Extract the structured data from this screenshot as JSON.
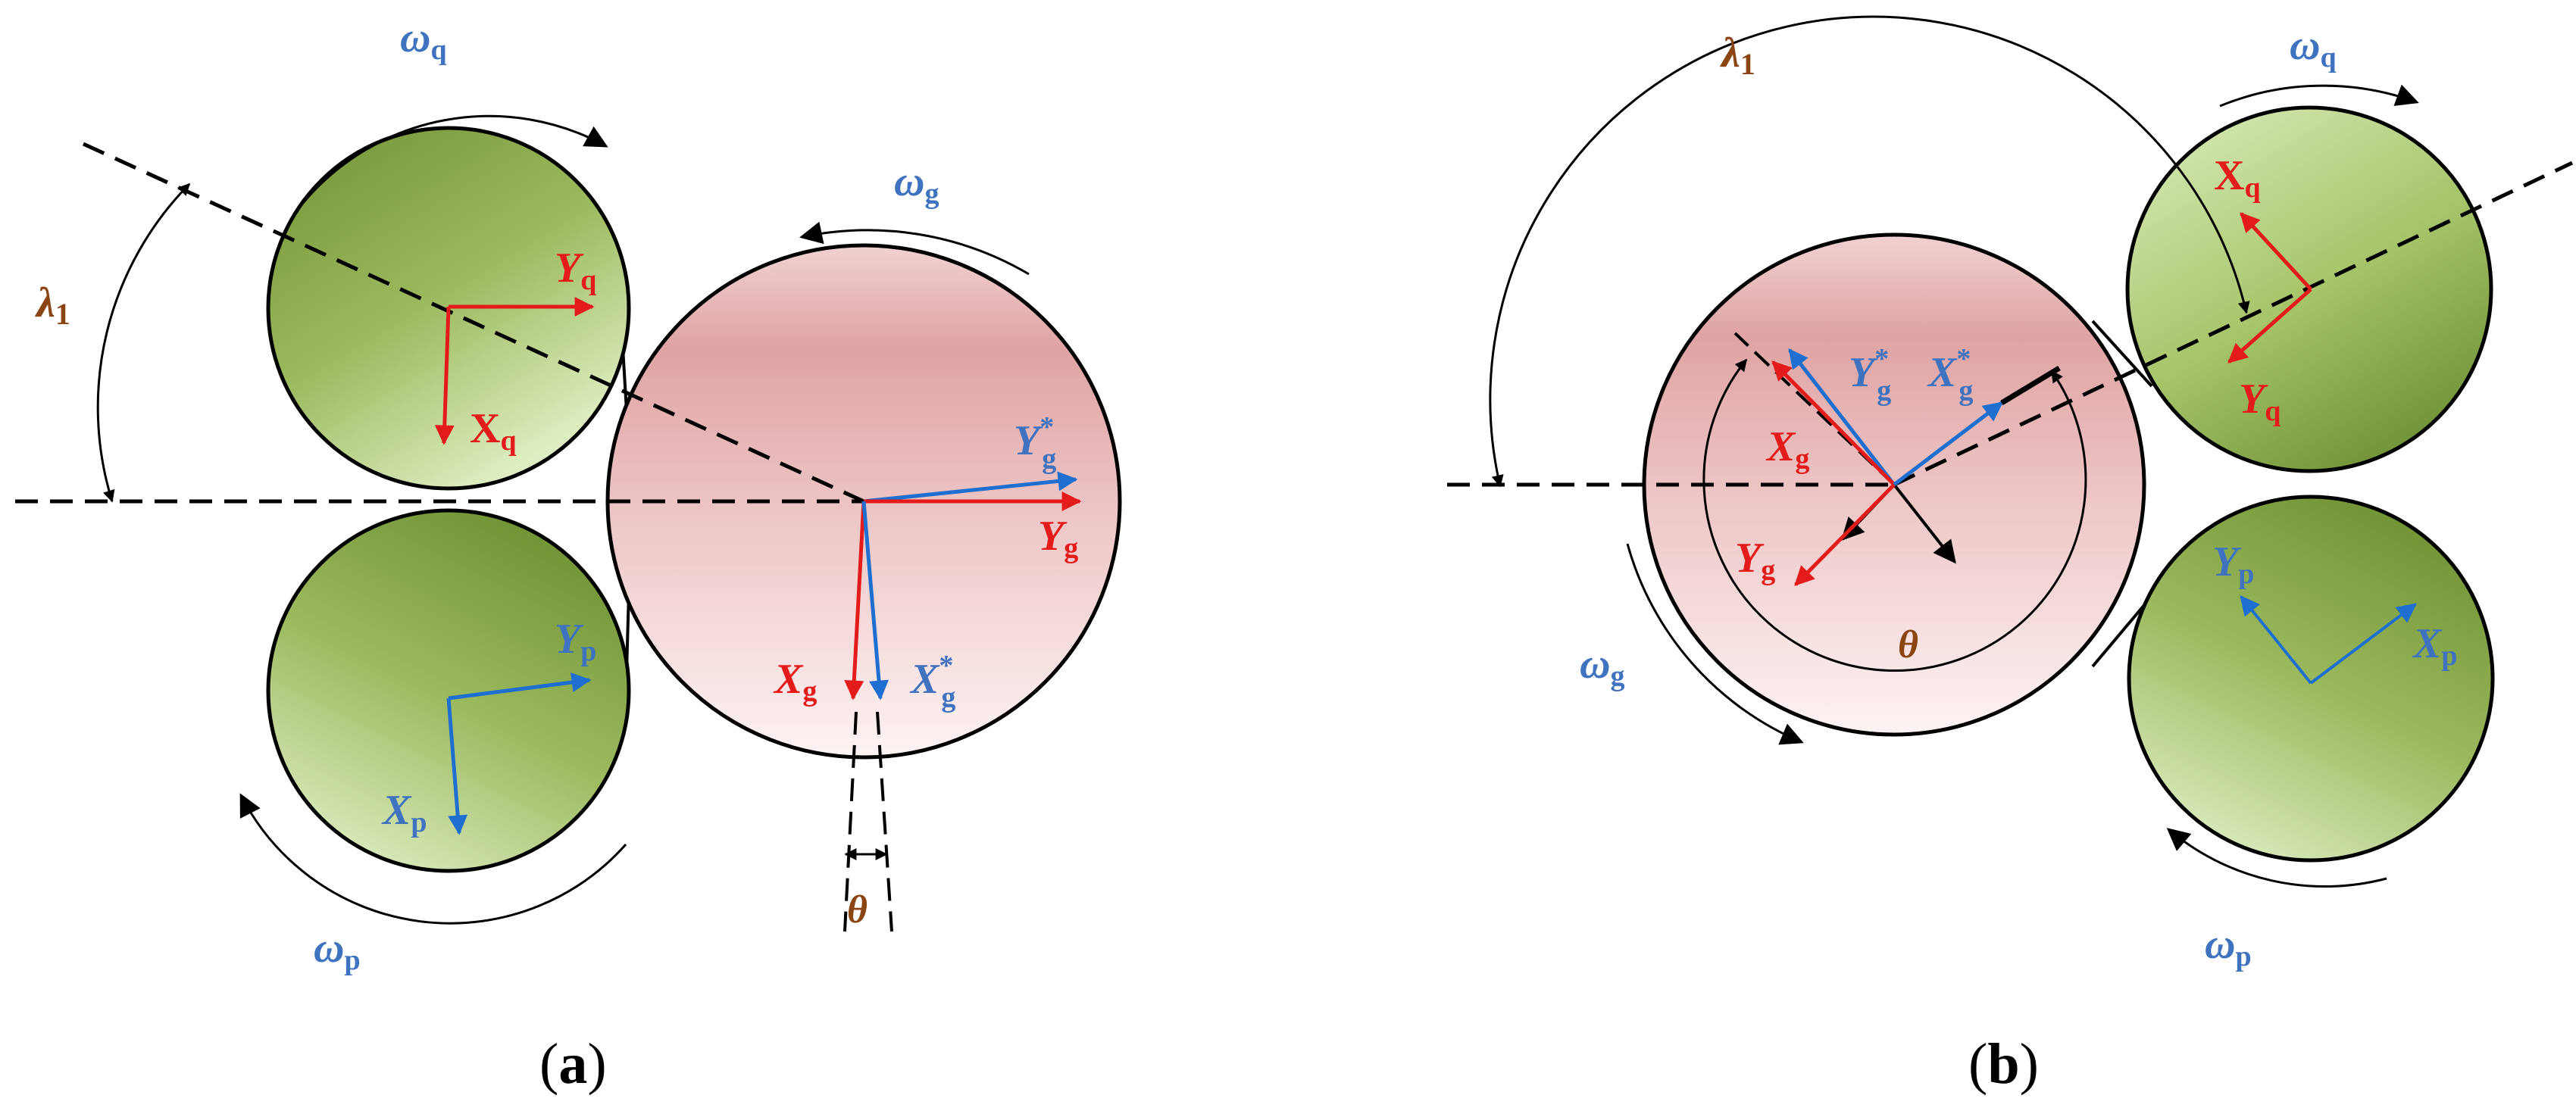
{
  "colors": {
    "blue": "#3f73c0",
    "red": "#e41b1b",
    "brown": "#8b4513",
    "green_dark": "#6f9233",
    "green_light": "#d9e9b8",
    "pink_dark": "#dc9c9c",
    "pink_light": "#fbe9e9"
  },
  "panel_a": {
    "caption": {
      "open": "(",
      "letter": "a",
      "close": ")"
    },
    "omega_q": {
      "main": "ω",
      "sub": "q"
    },
    "omega_g": {
      "main": "ω",
      "sub": "g"
    },
    "omega_p": {
      "main": "ω",
      "sub": "p"
    },
    "lambda_1": {
      "main": "λ",
      "sub": "1"
    },
    "theta": "θ",
    "Yq": {
      "main": "Y",
      "sub": "q"
    },
    "Xq": {
      "main": "X",
      "sub": "q"
    },
    "Yp": {
      "main": "Y",
      "sub": "p"
    },
    "Xp": {
      "main": "X",
      "sub": "p"
    },
    "Yg_star": {
      "main": "Y",
      "sup": "*",
      "sub": "g"
    },
    "Yg": {
      "main": "Y",
      "sub": "g"
    },
    "Xg": {
      "main": "X",
      "sub": "g"
    },
    "Xg_star": {
      "main": "X",
      "sup": "*",
      "sub": "g"
    }
  },
  "panel_b": {
    "caption": {
      "open": "(",
      "letter": "b",
      "close": ")"
    },
    "omega_q": {
      "main": "ω",
      "sub": "q"
    },
    "omega_g": {
      "main": "ω",
      "sub": "g"
    },
    "omega_p": {
      "main": "ω",
      "sub": "p"
    },
    "lambda_1": {
      "main": "λ",
      "sub": "1"
    },
    "theta": "θ",
    "Xq": {
      "main": "X",
      "sub": "q"
    },
    "Yq": {
      "main": "Y",
      "sub": "q"
    },
    "Yg_star": {
      "main": "Y",
      "sup": "*",
      "sub": "g"
    },
    "Xg_star": {
      "main": "X",
      "sup": "*",
      "sub": "g"
    },
    "Xg": {
      "main": "X",
      "sub": "g"
    },
    "Yg": {
      "main": "Y",
      "sub": "g"
    },
    "Yp": {
      "main": "Y",
      "sub": "p"
    },
    "Xp": {
      "main": "X",
      "sub": "p"
    }
  }
}
